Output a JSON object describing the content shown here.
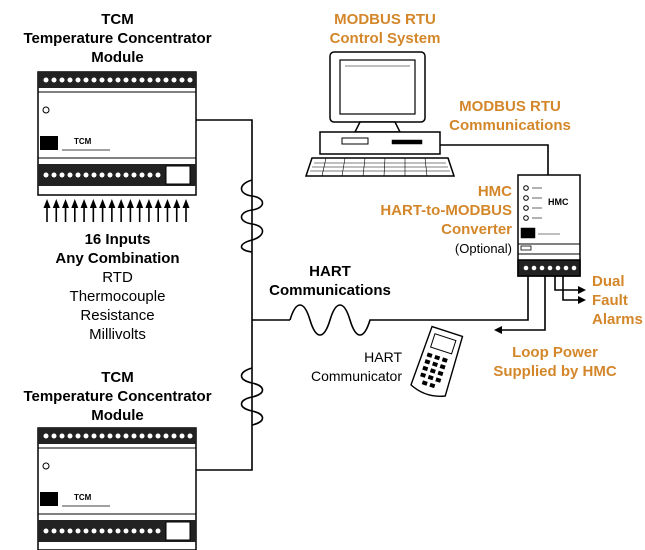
{
  "tcm_top": {
    "title": "TCM",
    "subtitle_line1": "Temperature Concentrator",
    "subtitle_line2": "Module",
    "device_label": "TCM"
  },
  "tcm_bottom": {
    "title": "TCM",
    "subtitle_line1": "Temperature Concentrator",
    "subtitle_line2": "Module",
    "device_label": "TCM"
  },
  "inputs": {
    "count": 16,
    "heading_line1": "16 Inputs",
    "heading_line2": "Any Combination",
    "types": [
      "RTD",
      "Thermocouple",
      "Resistance",
      "Millivolts"
    ]
  },
  "modbus_system": {
    "line1": "MODBUS RTU",
    "line2": "Control System"
  },
  "modbus_comms": {
    "line1": "MODBUS RTU",
    "line2": "Communications"
  },
  "hmc": {
    "line1": "HMC",
    "line2": "HART-to-MODBUS",
    "line3": "Converter",
    "optional": "(Optional)",
    "device_label": "HMC"
  },
  "hart_comms": {
    "line1": "HART",
    "line2": "Communications"
  },
  "hart_communicator": {
    "line1": "HART",
    "line2": "Communicator"
  },
  "alarms": {
    "line1": "Dual",
    "line2": "Fault",
    "line3": "Alarms"
  },
  "loop_power": {
    "line1": "Loop Power",
    "line2": "Supplied by HMC"
  },
  "colors": {
    "accent": "#d4872a",
    "line": "#000000",
    "device": "#ffffff"
  }
}
